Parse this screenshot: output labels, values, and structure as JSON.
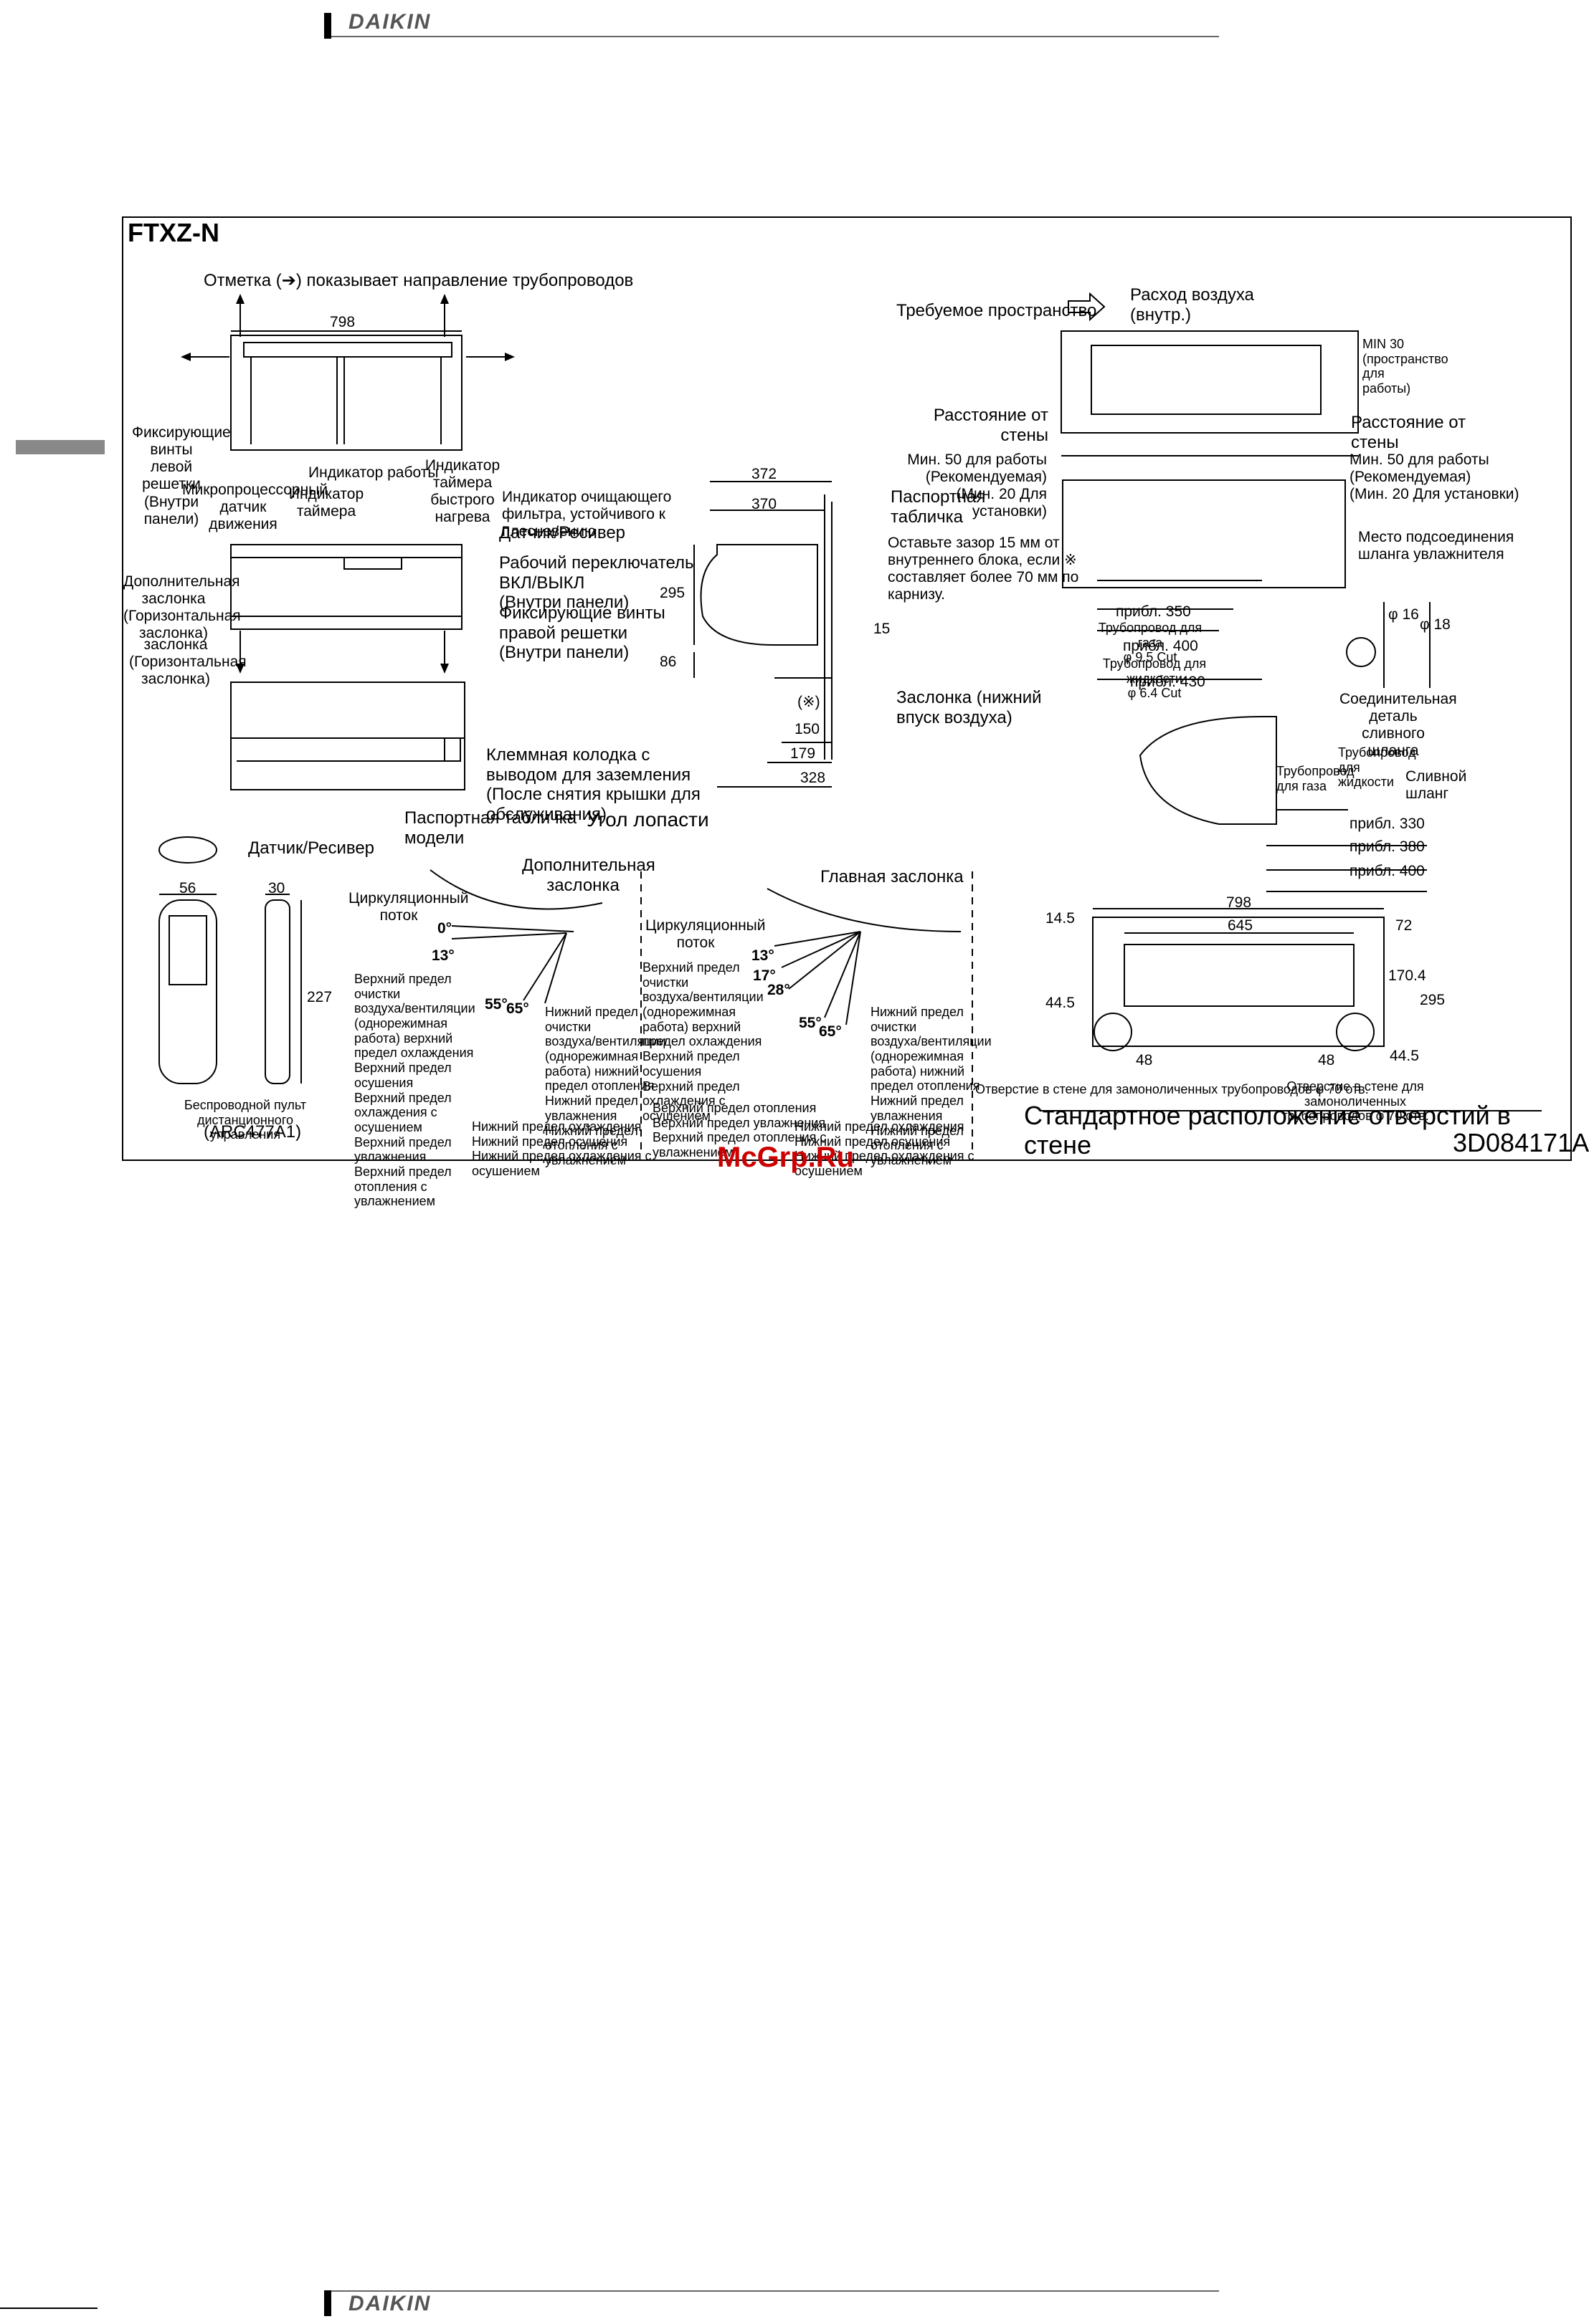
{
  "header": {
    "brand": "DAIKIN"
  },
  "footer": {
    "brand": "DAIKIN"
  },
  "watermark": "McGrp.Ru",
  "figure": {
    "model": "FTXZ-N",
    "pipe_direction_note": "Отметка (➔) показывает направление трубопроводов",
    "drawing_number": "3D084171A",
    "front_view": {
      "width_dim": "798",
      "labels": {
        "left_grille_screws": "Фиксирующие\nвинты левой\nрешетки\n(Внутри\nпанели)",
        "motion_sensor": "Микропроцессорный\nдатчик\nдвижения",
        "timer_indicator": "Индикатор\nтаймера",
        "operation_indicator": "Индикатор работы",
        "quick_heat_timer": "Индикатор\nтаймера быстрого\nнагрева",
        "filter_indicator": "Индикатор очищающего\nфильтра, устойчивого к\nплесневению",
        "sensor_receiver": "Датчик/Ресивер",
        "onoff_switch": "Рабочий переключатель\nВКЛ/ВЫКЛ\n(Внутри панели)",
        "right_grille_screws": "Фиксирующие винты\nправой решетки\n(Внутри панели)",
        "extra_flap": "Дополнительная\nзаслонка\n(Горизонтальная\nзаслонка)",
        "flap": "заслонка\n(Горизонтальная\nзаслонка)",
        "terminal_block": "Клеммная колодка с\nвыводом для заземления\n(После снятия крышки для\nобслуживания)",
        "model_nameplate": "Паспортная табличка\nмодели"
      }
    },
    "side_view": {
      "dims": [
        "372",
        "370",
        "295",
        "86",
        "15",
        "150",
        "179",
        "328"
      ],
      "nameplate": "Паспортная\nтабличка",
      "gap_note": "Оставьте зазор 15 мм от\nвнутреннего блока, если ※\nсоставляет более 70 мм по\nкарнизу.",
      "lower_intake": "Заслонка (нижний\nвпуск воздуха)",
      "asterisk_mark": "(※)"
    },
    "space_view": {
      "required_space": "Требуемое пространство",
      "airflow": "Расход воздуха\n(внутр.)",
      "wall_distance_left": "Расстояние от\nстены",
      "wall_distance_right": "Расстояние от\nстены",
      "min_left": "Мин. 50 для работы\n(Рекомендуемая)\n(Мин. 20 Для установки)",
      "min_right": "Мин. 50 для работы\n(Рекомендуемая)\n(Мин. 20 Для установки)",
      "min_top": "MIN 30\n(пространство\nдля работы)",
      "humidifier_hose": "Место подсоединения\nшланга увлажнителя",
      "approx_350": "прибл. 350",
      "gas_pipe": "Трубопровод для газа\nφ 9.5 Cut",
      "approx_400": "прибл. 400",
      "liquid_pipe": "Трубопровод для жидкости\nφ 6.4 Cut",
      "approx_430": "прибл. 430",
      "dia_16": "φ 16",
      "dia_18": "φ 18",
      "drain_joint": "Соединительная\nдеталь сливного\nшланга"
    },
    "pipe_view": {
      "gas_pipe": "Трубопровод\nдля газа",
      "liquid_pipe": "Трубопровод\nдля\nжидкости",
      "drain_hose": "Сливной\nшланг",
      "approx_330": "прибл. 330",
      "approx_380": "прибл. 380",
      "approx_400": "прибл. 400"
    },
    "remote": {
      "sensor_receiver": "Датчик/Ресивер",
      "width_dim": "56",
      "depth_dim": "30",
      "height_dim": "227",
      "caption": "Беспроводной пульт дистанционного\nуправления",
      "model": "(ARC477A1)"
    },
    "blade_angle": {
      "title": "Угол лопасти",
      "aux_flap": {
        "title": "Дополнительная\nзаслонка",
        "circulation": "Циркуляционный\nпоток",
        "angles": [
          "0°",
          "13°",
          "55°",
          "65°"
        ],
        "upper_limits": "Верхний предел\nочистки\nвоздуха/вентиляции\n(однорежимная\nработа) верхний\nпредел охлаждения\nВерхний предел\nосушения\nВерхний предел\nохлаждения с\nосушением\nВерхний предел\nувлажнения\nВерхний предел\nотопления с\nувлажнением",
        "lower_limits": "Нижний предел\nочистки\nвоздуха/вентиляции\n(однорежимная\nработа) нижний\nпредел отопления\nНижний предел\nувлажнения\nНижний предел\nотопления с\nувлажнением",
        "bottom_limits": "Нижний предел охлаждения\nНижний предел осушения\nНижний предел охлаждения с\nосушением"
      },
      "main_flap": {
        "title": "Главная заслонка",
        "circulation": "Циркуляционный\nпоток",
        "angles": [
          "13°",
          "17°",
          "28°",
          "55°",
          "65°"
        ],
        "upper_limits": "Верхний предел\nочистки\nвоздуха/вентиляции\n(однорежимная\nработа) верхний\nпредел охлаждения\nВерхний предел\nосушения\nВерхний предел\nохлаждения с\nосушением",
        "lower_limits": "Нижний предел\nочистки\nвоздуха/вентиляции\n(однорежимная\nработа) нижний\nпредел отопления\nНижний предел\nувлажнения\nНижний предел\nотопления с\nувлажнением",
        "heating_limits": "Верхний предел отопления\nВерхний предел увлажнения\nВерхний предел отопления с\nувлажнением",
        "bottom_limits": "Нижний предел охлаждения\nНижний предел осушения\nНижний предел охлаждения с\nосушением"
      }
    },
    "wall_holes": {
      "title": "Стандартное расположение отверстий в стене",
      "dims": [
        "798",
        "645",
        "72",
        "14.5",
        "44.5",
        "170.4",
        "295",
        "48",
        "48",
        "44.5"
      ],
      "left_hole": "Отверстие в стене для замоноличенных трубопроводов φ 70 отв.",
      "right_hole": "Отверстие в стене для замоноличенных\nтрубопроводов φ 70 отв."
    }
  }
}
